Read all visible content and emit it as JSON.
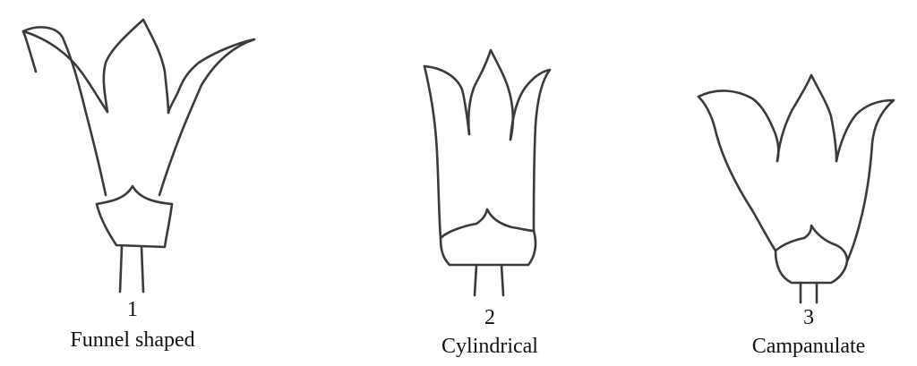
{
  "flowers": [
    {
      "number": "1",
      "name": "Funnel shaped"
    },
    {
      "number": "2",
      "name": "Cylindrical"
    },
    {
      "number": "3",
      "name": "Campanulate"
    }
  ],
  "colors": {
    "line": "#3a3a3a",
    "background": "#ffffff"
  }
}
